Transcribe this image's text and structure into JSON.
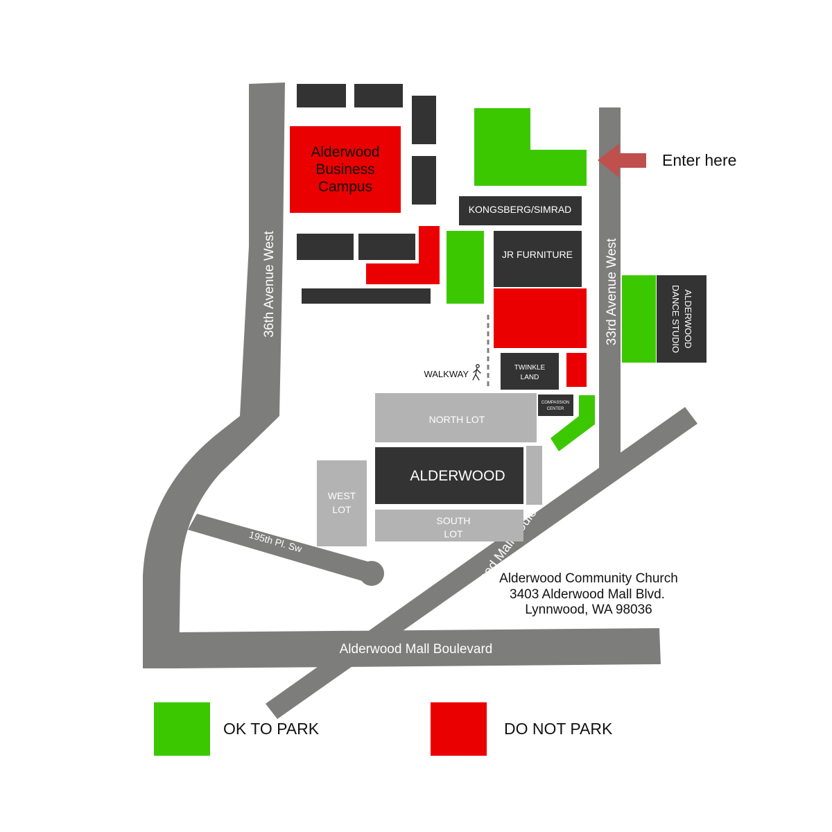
{
  "roads": {
    "ave36": "36th Avenue West",
    "ave33": "33rd Avenue West",
    "pl195": "195th Pl. Sw",
    "mall_blvd_diag": "Alderwood Mall Boulevard",
    "mall_blvd": "Alderwood Mall Boulevard"
  },
  "buildings": {
    "business_campus": [
      "Alderwood",
      "Business",
      "Campus"
    ],
    "kongsberg": "KONGSBERG/SIMRAD",
    "jr_furniture": "JR FURNITURE",
    "twinkle_land": [
      "TWINKLE",
      "LAND"
    ],
    "compassion_center": [
      "COMPASSION",
      "CENTER"
    ],
    "dance_studio": [
      "ALDERWOOD",
      "DANCE STUDIO"
    ],
    "alderwood": "ALDERWOOD"
  },
  "lots": {
    "north": "NORTH LOT",
    "west": [
      "WEST",
      "LOT"
    ],
    "south": [
      "SOUTH",
      "LOT"
    ]
  },
  "walkway": "WALKWAY",
  "enter_here": "Enter here",
  "address": [
    "Alderwood Community Church",
    "3403 Alderwood Mall Blvd.",
    "Lynnwood, WA 98036"
  ],
  "legend": {
    "ok": "OK TO PARK",
    "no": "DO NOT PARK"
  },
  "colors": {
    "ok_to_park": "#3cc800",
    "do_not_park": "#ea0000",
    "road": "#7d7d7b",
    "building": "#333333",
    "lot": "#b3b3b3",
    "arrow": "#c0504d"
  },
  "icons": {
    "walkway": "pedestrian-icon",
    "entrance": "left-arrow-icon"
  }
}
